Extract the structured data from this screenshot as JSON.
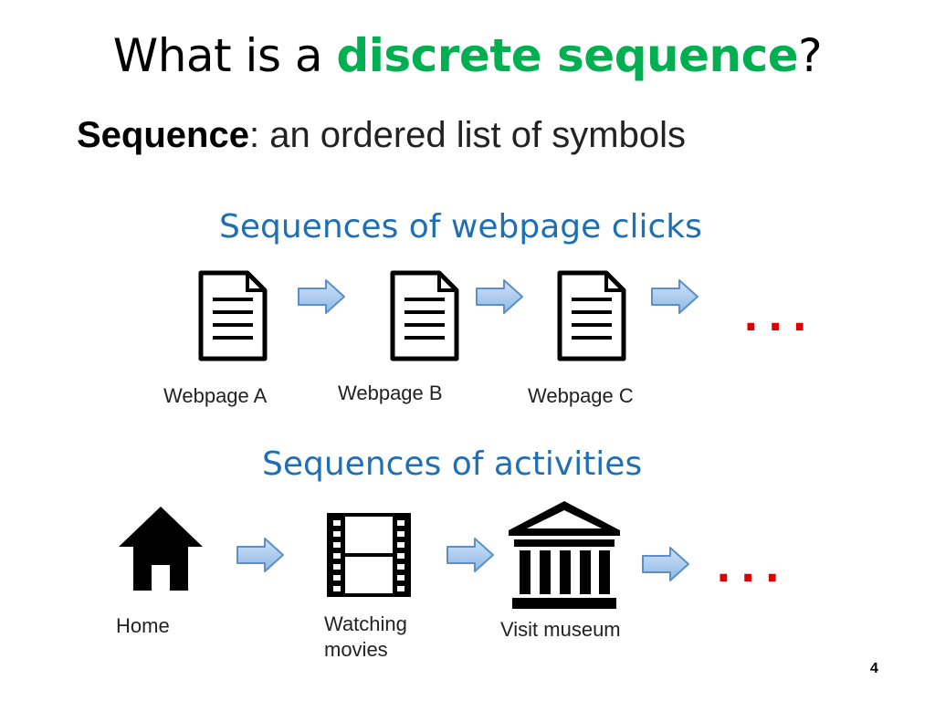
{
  "slide": {
    "title_prefix": "What is a ",
    "title_highlight": "discrete sequence",
    "title_suffix": "?",
    "definition_term": "Sequence",
    "definition_text": ": an ordered list of symbols",
    "page_number": "4",
    "accent_color": "#00b050",
    "heading_color": "#1f6fb4",
    "ellipsis_color": "#e00000"
  },
  "clicks": {
    "heading": "Sequences of webpage clicks",
    "items": [
      {
        "label": "Webpage A",
        "icon": "document-icon"
      },
      {
        "label": "Webpage B",
        "icon": "document-icon"
      },
      {
        "label": "Webpage C",
        "icon": "document-icon"
      }
    ],
    "ellipsis": "..."
  },
  "activities": {
    "heading": "Sequences of activities",
    "items": [
      {
        "label": "Home",
        "icon": "house-icon"
      },
      {
        "label": "Watching movies",
        "icon": "film-strip-icon"
      },
      {
        "label": "Visit museum",
        "icon": "museum-icon"
      }
    ],
    "ellipsis": "..."
  }
}
